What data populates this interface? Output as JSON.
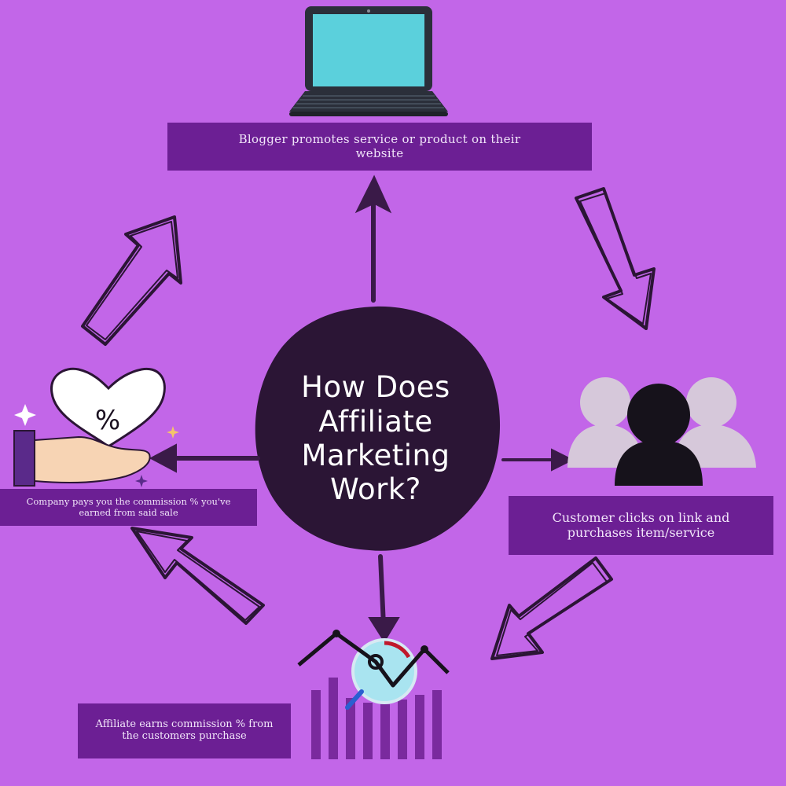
{
  "center": {
    "title": "How Does Affiliate Marketing Work?"
  },
  "steps": {
    "blogger": "Blogger promotes service or product on their website",
    "customer": "Customer clicks on link and purchases item/service",
    "affiliate": "Affiliate earns commission % from the customers purchase",
    "company": "Company pays you the commission % you've earned from said sale"
  },
  "icons": {
    "laptop": "laptop-icon",
    "customer": "people-icon",
    "commission": "growth-chart-icon",
    "payment": "hand-heart-percent-icon",
    "percent_symbol": "%"
  },
  "colors": {
    "background": "#c266e8",
    "box": "#6c1f94",
    "circle": "#2b1535",
    "arrow": "#3a1a48",
    "laptop_screen": "#5bd0dc",
    "heart": "#ffffff"
  }
}
